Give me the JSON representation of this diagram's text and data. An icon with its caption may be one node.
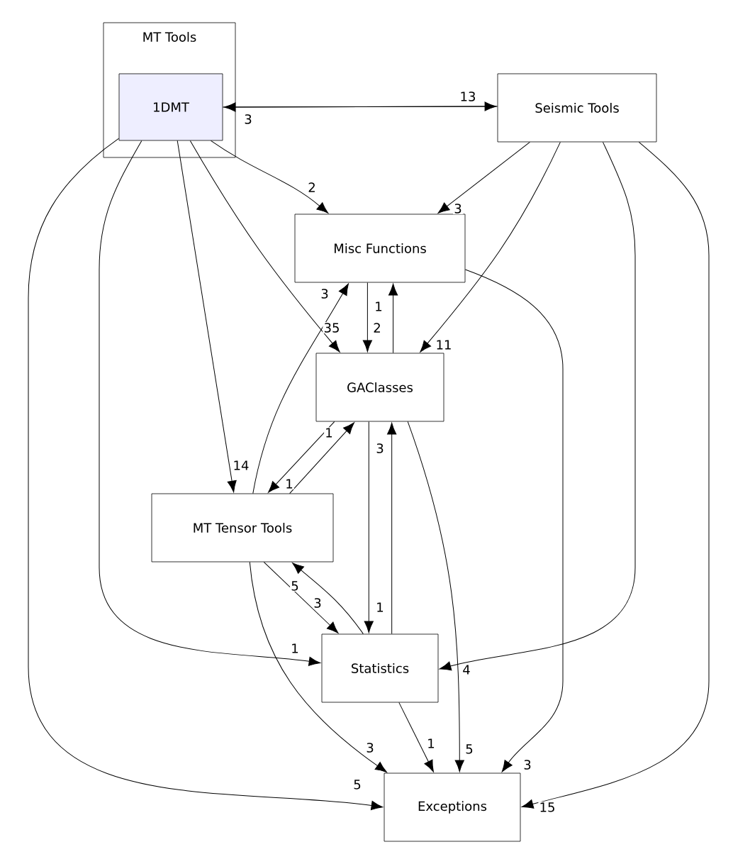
{
  "diagram": {
    "nodes": [
      {
        "text": [
          "MT Tools"
        ]
      },
      {
        "text": [
          "1DMT"
        ],
        "in": 0
      },
      {
        "text": [
          "Seismic Tools"
        ]
      },
      {
        "text": [
          "Misc Functions"
        ]
      },
      {
        "text": [
          "GAClasses"
        ]
      },
      {
        "text": [
          "MT Tensor Tools"
        ]
      },
      {
        "text": [
          "Statistics"
        ]
      },
      {
        "text": [
          "Exceptions"
        ]
      }
    ],
    "edges": [
      {
        "from": 1,
        "to": 2,
        "arrow": "to",
        "label": "13"
      },
      {
        "from": 2,
        "to": 1,
        "arrow": "to",
        "label": "3"
      },
      {
        "from": 1,
        "to": 3,
        "arrow": "to",
        "label": "2"
      },
      {
        "from": 1,
        "to": 4,
        "arrow": "to",
        "label": "35"
      },
      {
        "from": 1,
        "to": 5,
        "arrow": "to",
        "label": "14"
      },
      {
        "from": 1,
        "to": 6,
        "arrow": "to",
        "label": "1"
      },
      {
        "from": 1,
        "to": 7,
        "arrow": "to",
        "label": "5"
      },
      {
        "from": 2,
        "to": 3,
        "arrow": "to",
        "label": "3"
      },
      {
        "from": 2,
        "to": 4,
        "arrow": "to",
        "label": "11"
      },
      {
        "from": 2,
        "to": 6,
        "arrow": "to",
        "label": "4"
      },
      {
        "from": 2,
        "to": 7,
        "arrow": "to",
        "label": "15"
      },
      {
        "from": 3,
        "to": 4,
        "arrow": "to",
        "label": "2"
      },
      {
        "from": 4,
        "to": 3,
        "arrow": "to",
        "label": "1"
      },
      {
        "from": 3,
        "to": 7,
        "arrow": "to",
        "label": "3"
      },
      {
        "from": 5,
        "to": 3,
        "arrow": "to",
        "label": "3"
      },
      {
        "from": 4,
        "to": 5,
        "arrow": "to",
        "label": "1"
      },
      {
        "from": 5,
        "to": 4,
        "arrow": "to",
        "label": "1"
      },
      {
        "from": 4,
        "to": 6,
        "arrow": "to",
        "label": "1"
      },
      {
        "from": 6,
        "to": 4,
        "arrow": "to",
        "label": "3"
      },
      {
        "from": 4,
        "to": 7,
        "arrow": "to",
        "label": "5"
      },
      {
        "from": 5,
        "to": 6,
        "arrow": "to",
        "label": "3"
      },
      {
        "from": 6,
        "to": 5,
        "arrow": "to",
        "label": "5"
      },
      {
        "from": 5,
        "to": 7,
        "arrow": "to",
        "label": "3"
      },
      {
        "from": 6,
        "to": 7,
        "arrow": "to",
        "label": "1"
      }
    ]
  }
}
